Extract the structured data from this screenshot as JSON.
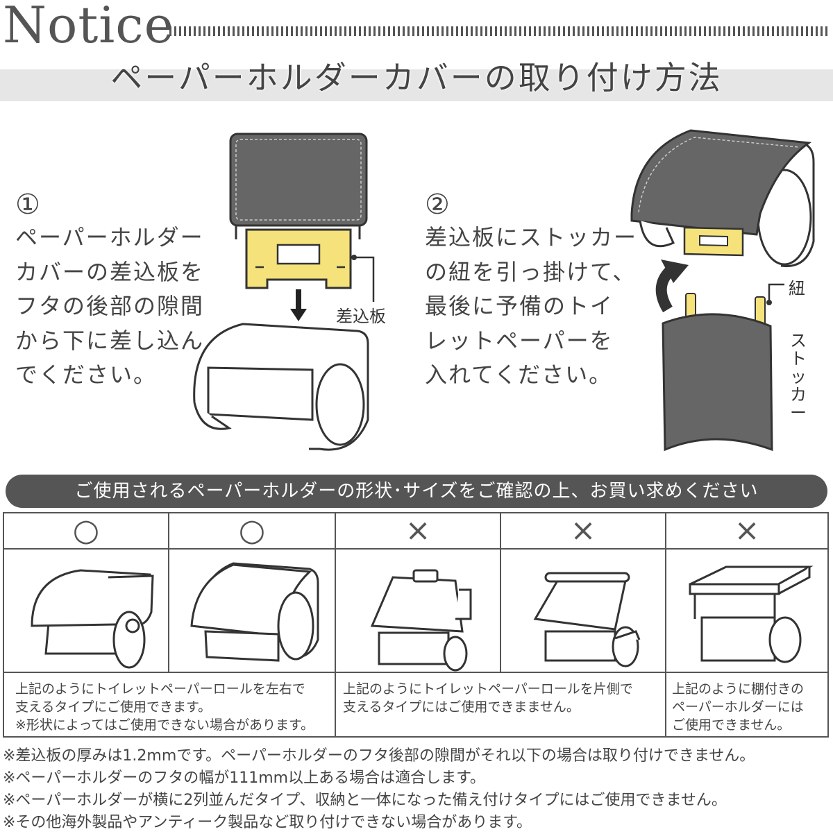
{
  "header": {
    "title": "Notice",
    "subtitle": "ペーパーホルダーカバーの取り付け方法"
  },
  "steps": [
    {
      "number": "①",
      "text": "ペーパーホルダー\nカバーの差込板を\nフタの後部の隙間\nから下に差し込ん\nでください。"
    },
    {
      "number": "②",
      "text": "差込板にストッカー\nの紐を引っ掛けて、\n最後に予備のトイ\nレットペーパーを\n入れてください。"
    }
  ],
  "labels": {
    "insert_plate": "差込板",
    "string": "紐",
    "stocker": "ストッカー"
  },
  "notice_bar": "ご使用されるペーパーホルダーの形状･サイズをご確認の上、お買い求めください",
  "compatibility": {
    "marks": [
      "○",
      "○",
      "×",
      "×",
      "×"
    ],
    "descriptions": [
      "上記のようにトイレットペーパーロールを左右で\n支えるタイプにご使用できます。\n※形状によってはご使用できない場合があります。",
      "上記のようにトイレットペーパーロールを片側で\n支えるタイプにはご使用できまません。",
      "上記のように棚付きの\nペーパーホルダーには\nご使用できません。"
    ]
  },
  "notes": [
    "※差込板の厚みは1.2mmです。ペーパーホルダーのフタ後部の隙間がそれ以下の場合は取り付けできません。",
    "※ペーパーホルダーのフタの幅が111mm以上ある場合は適合します。",
    "※ペーパーホルダーが横に2列並んだタイプ、収納と一体になった備え付けタイプにはご使用できません。",
    "※その他海外製品やアンティーク製品など取り付けできない場合があります。"
  ],
  "colors": {
    "cover_gray": "#666666",
    "plate_yellow": "#f5e27a",
    "bar_gray": "#555555"
  }
}
